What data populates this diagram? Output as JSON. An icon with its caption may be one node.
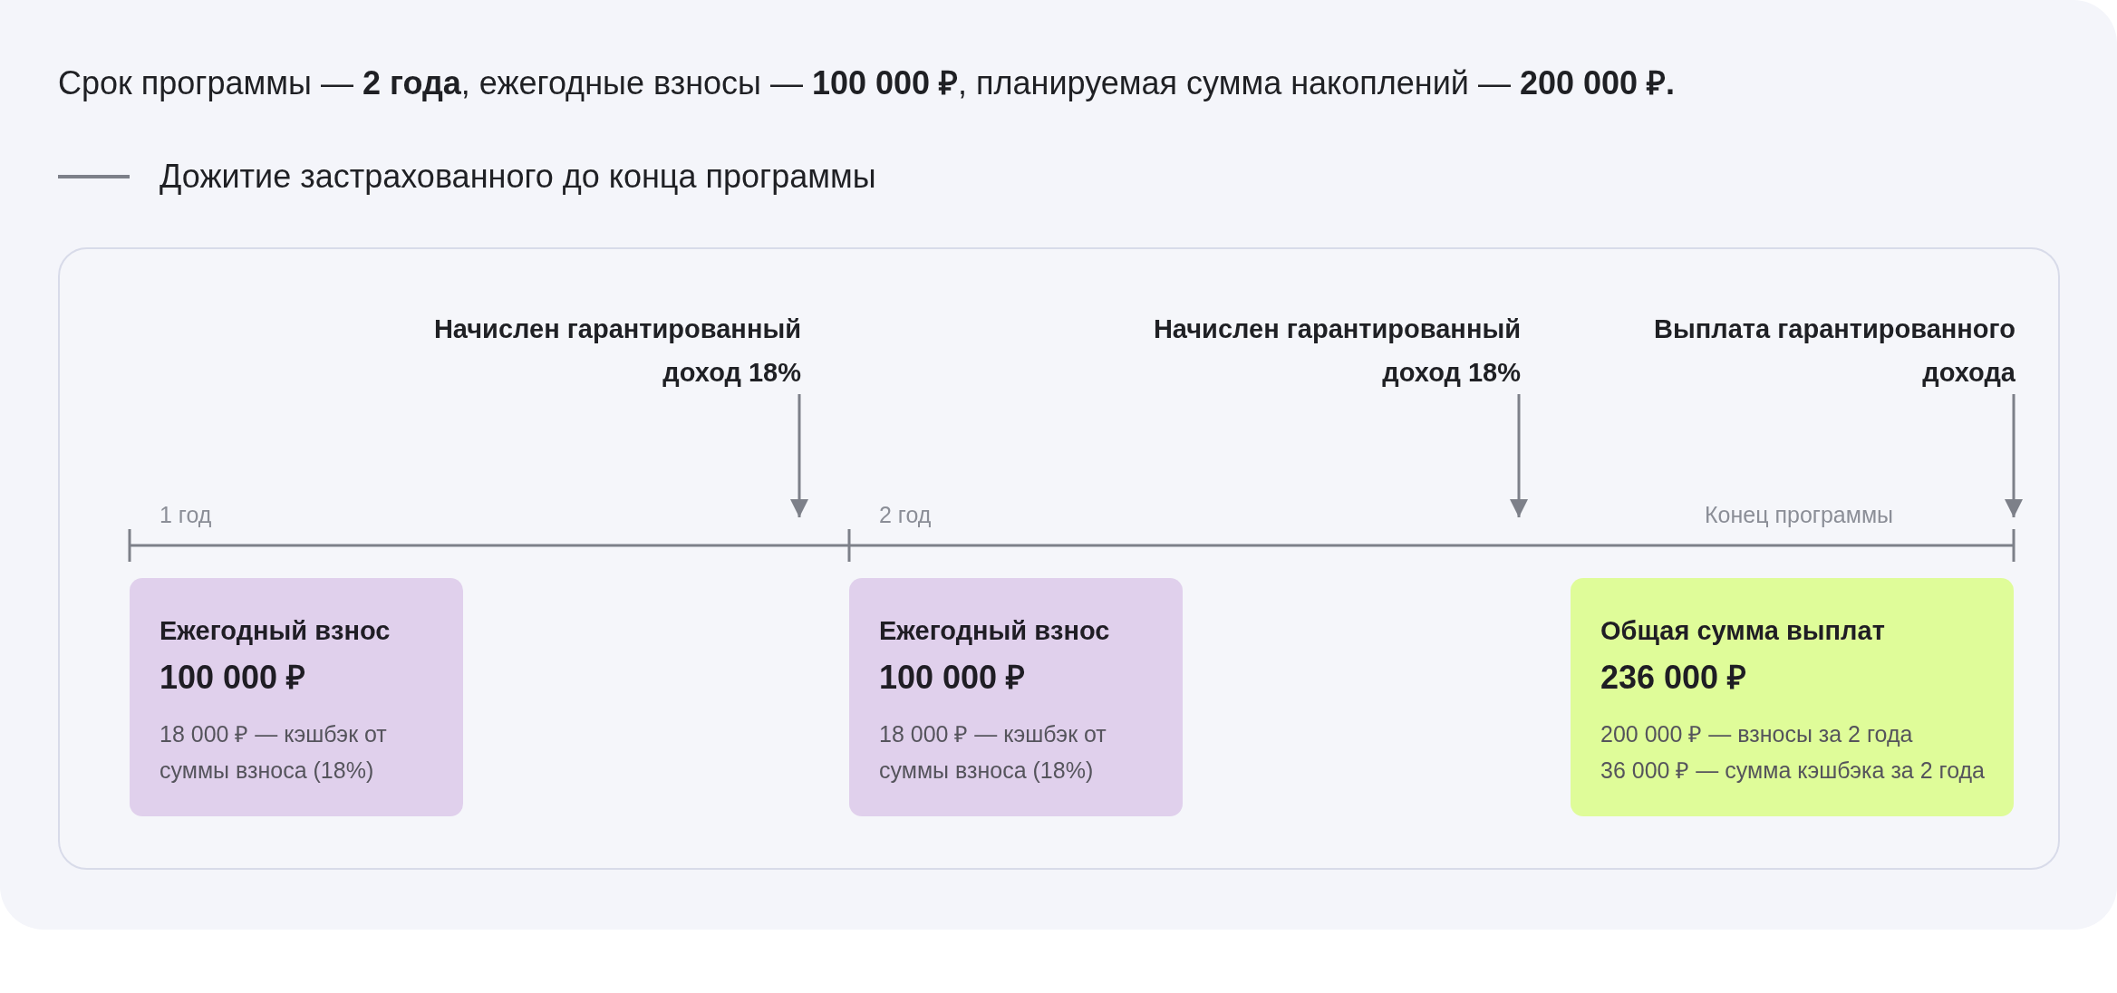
{
  "diagram": {
    "title": "Срок программы — **2 года**, ежегодные взносы — **100 000 ₽**, планируемая сумма накоплений — **200 000 ₽.**",
    "nodes": [
      {
        "text": [
          "Начислен гарантированный доход 18%"
        ]
      },
      {
        "text": [
          "Начислен гарантированный доход 18%"
        ]
      },
      {
        "text": [
          "Выплата гарантированного дохода"
        ]
      },
      {
        "text": [
          "Ежегодный взнос",
          "100 000 ₽",
          "18 000 ₽ — кэшбэк от суммы взноса (18%)"
        ]
      },
      {
        "text": [
          "Ежегодный взнос",
          "100 000 ₽",
          "18 000 ₽ — кэшбэк от суммы взноса (18%)"
        ]
      },
      {
        "text": [
          "Общая сумма выплат",
          "236 000 ₽",
          "200 000 ₽ — взносы за 2 года",
          "36 000 ₽ — сумма кэшбэка за 2 года"
        ]
      }
    ],
    "edges": [
      {
        "from": 0,
        "to": null,
        "arrow": "to"
      },
      {
        "from": 1,
        "to": null,
        "arrow": "to"
      },
      {
        "from": 2,
        "to": null,
        "arrow": "to"
      }
    ],
    "labels": [
      "1 год",
      "2 год",
      "Конец программы"
    ],
    "legend": [
      {
        "text": "Дожитие застрахованного до конца программы"
      }
    ]
  }
}
